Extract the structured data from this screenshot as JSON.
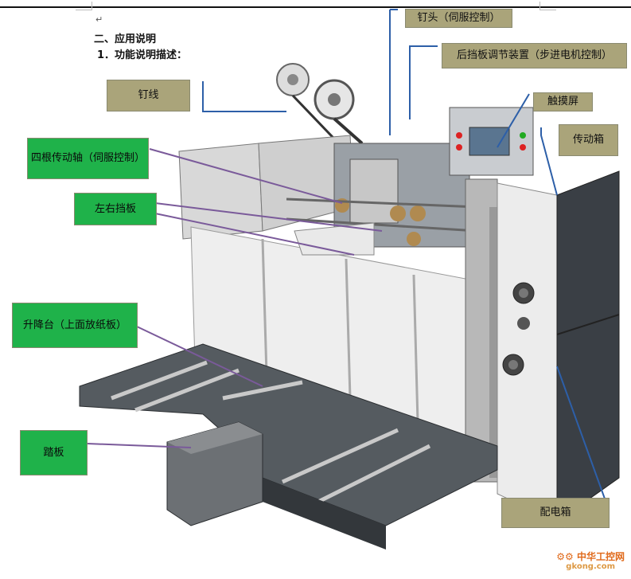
{
  "document": {
    "section_heading": "二、应用说明",
    "subsection_heading": "1．功能说明描述："
  },
  "labels": {
    "stapler_head": "钉头（伺服控制）",
    "back_stop": "后挡板调节装置（步进电机控制）",
    "staple_wire": "钉线",
    "touch_screen": "触摸屏",
    "transmission_box": "传动箱",
    "four_shafts": "四根传动轴（伺服控制）",
    "side_guides": "左右挡板",
    "lift_table": "升降台（上面放纸板）",
    "pedal": "踏板",
    "electric_box": "配电箱"
  },
  "watermark": {
    "name": "中华工控网",
    "url": "gkong.com"
  },
  "colors": {
    "label_olive": "#aaa47a",
    "label_green": "#1fb24a",
    "pointer_blue": "#2d5fa8",
    "pointer_purple": "#7a5a9a"
  }
}
